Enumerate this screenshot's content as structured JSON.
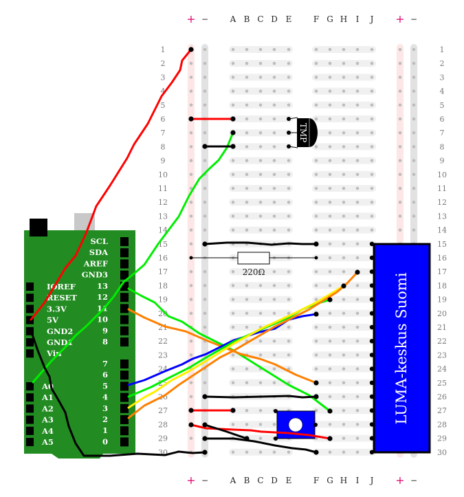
{
  "breadboard": {
    "columns_left": [
      "A",
      "B",
      "C",
      "D",
      "E"
    ],
    "columns_right": [
      "F",
      "G",
      "H",
      "I",
      "J"
    ],
    "rail_plus": "+",
    "rail_minus": "−",
    "rows": 30
  },
  "arduino": {
    "left_power_pins": [
      "IOREF",
      "RESET",
      "3.3V",
      "5V",
      "GND2",
      "GND1",
      "Vin"
    ],
    "left_analog_pins": [
      "A0",
      "A1",
      "A2",
      "A3",
      "A4",
      "A5"
    ],
    "right_top_pins": [
      "SCL",
      "SDA",
      "AREF",
      "GND3"
    ],
    "right_digital_pins_upper": [
      "13",
      "12",
      "11",
      "10",
      "9",
      "8"
    ],
    "right_digital_pins_lower": [
      "7",
      "6",
      "5",
      "4",
      "3",
      "2",
      "1",
      "0"
    ],
    "board_color": "#228b22"
  },
  "components": {
    "resistor_label": "220Ω",
    "sensor_label": "TMP",
    "display_label": "LUMA-keskus Suomi",
    "display_color": "#0000ff",
    "button_color": "#0000ff"
  },
  "wire_colors": {
    "red": "#ff0000",
    "green": "#00ee00",
    "black": "#000000",
    "blue": "#0000ff",
    "yellow": "#ffee00",
    "orange": "#ff7f00"
  }
}
